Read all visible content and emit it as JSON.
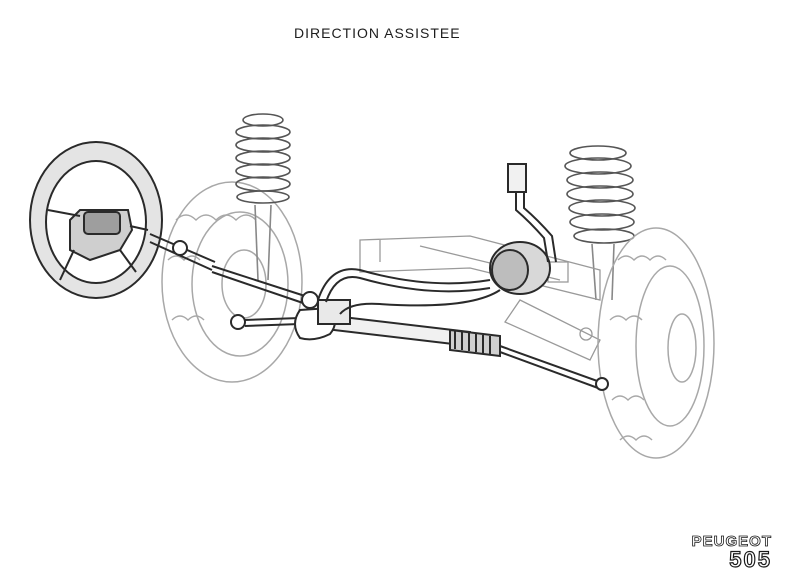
{
  "title": "DIRECTION ASSISTEE",
  "brand": {
    "name": "PEUGEOT",
    "model": "505"
  },
  "colors": {
    "line": "#2a2a2a",
    "light_line": "#9a9a9a",
    "background": "#ffffff"
  }
}
